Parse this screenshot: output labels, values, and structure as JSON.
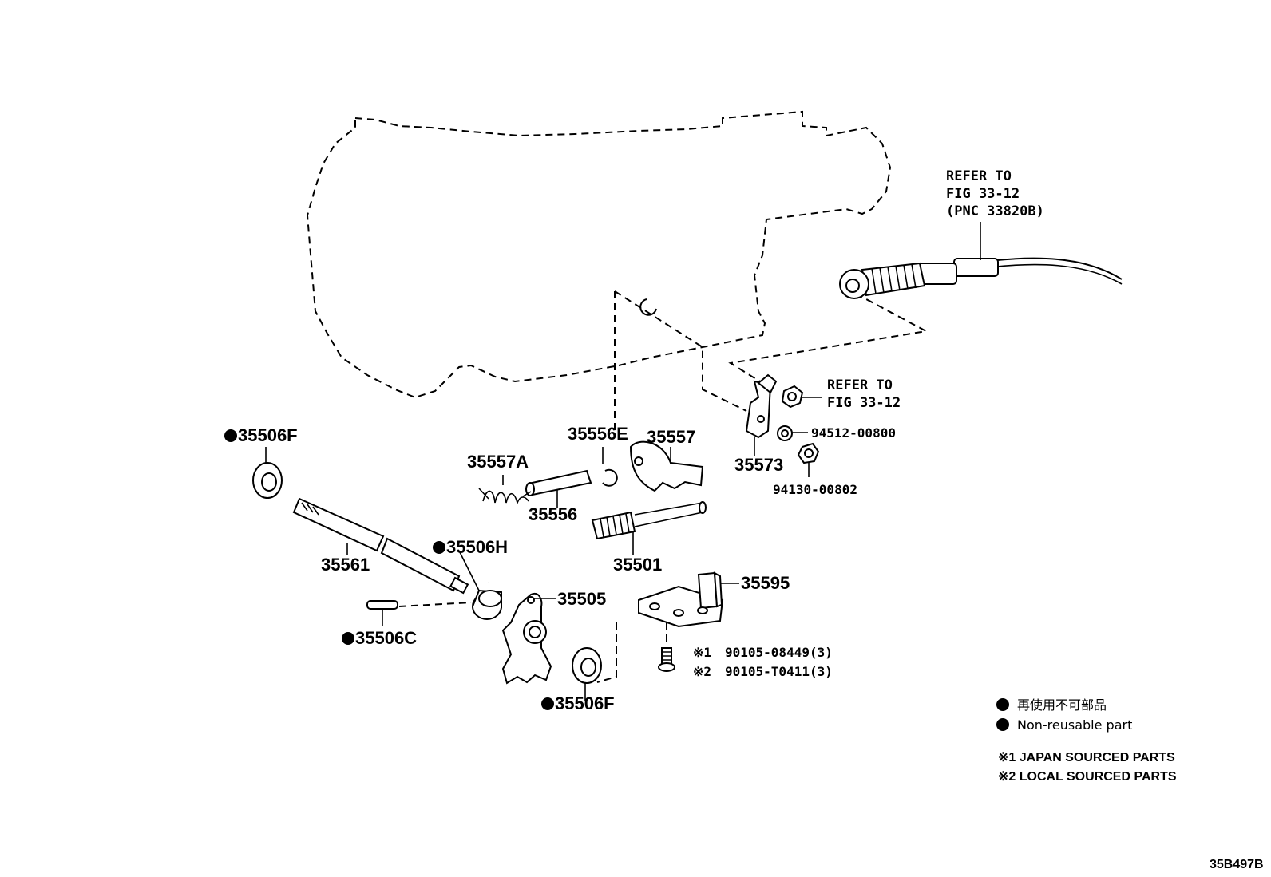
{
  "parts": {
    "p35506F_top": "35506F",
    "p35561": "35561",
    "p35506H": "35506H",
    "p35506C": "35506C",
    "p35505": "35505",
    "p35506F_bottom": "35506F",
    "p35557A": "35557A",
    "p35556": "35556",
    "p35556E": "35556E",
    "p35557": "35557",
    "p35501": "35501",
    "p35595": "35595",
    "p35573": "35573",
    "p94512": "94512-00800",
    "p94130": "94130-00802",
    "bolt1": "90105-08449(3)",
    "bolt2": "90105-T0411(3)",
    "mark1": "※1",
    "mark2": "※2"
  },
  "refs": {
    "cable_ref_line1": "REFER TO",
    "cable_ref_line2": "FIG 33-12",
    "cable_ref_line3": "(PNC 33820B)",
    "bracket_ref_line1": "REFER TO",
    "bracket_ref_line2": "FIG 33-12"
  },
  "legend": {
    "nonreusable_jp": "再使用不可部品",
    "nonreusable_en": "Non-reusable part",
    "japan_sourced": "※1 JAPAN SOURCED PARTS",
    "local_sourced": "※2 LOCAL SOURCED PARTS"
  },
  "figure_code": "35B497B"
}
